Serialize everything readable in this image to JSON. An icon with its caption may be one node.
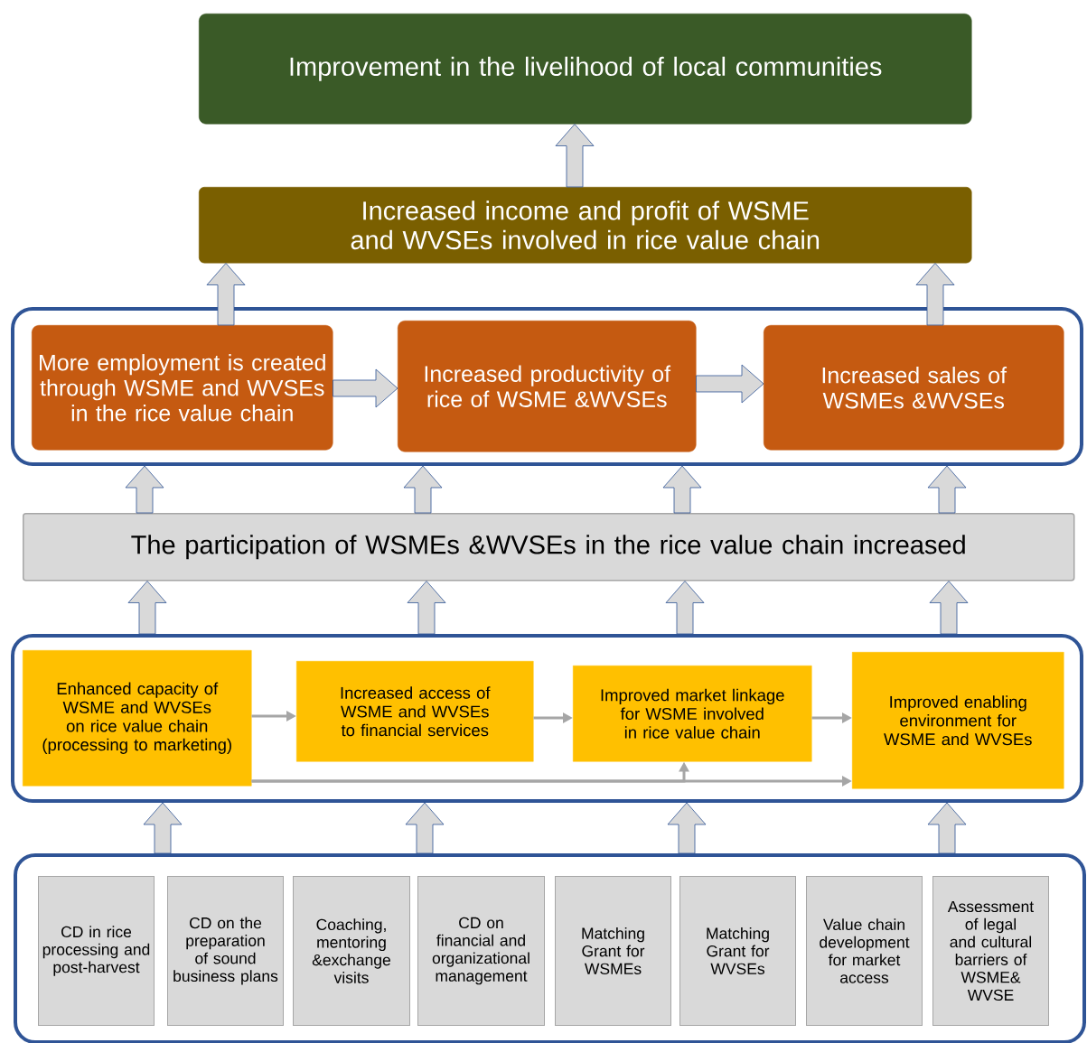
{
  "diagram": {
    "nodes": [
      {
        "text": [
          "Improvement in the livelihood of local communities"
        ]
      },
      {
        "text": [
          "Increased income and profit of WSME and WVSEs involved in rice value chain"
        ]
      },
      {
        "text": [],
        "shape": "box"
      },
      {
        "text": [
          "More employment is created through WSME and WVSEs in the rice value chain"
        ],
        "in": 2
      },
      {
        "text": [
          "Increased productivity of rice of WSME &WVSEs"
        ],
        "in": 2
      },
      {
        "text": [
          "Increased sales of WSMEs &WVSEs"
        ],
        "in": 2
      },
      {
        "text": [
          "The participation of WSMEs &WVSEs in the rice value chain increased"
        ]
      },
      {
        "text": [],
        "shape": "box"
      },
      {
        "text": [
          "Enhanced capacity of WSME and WVSEs on rice value chain (processing to marketing)"
        ],
        "in": 7
      },
      {
        "text": [
          "Increased access of WSME and WVSEs to financial services"
        ],
        "in": 7
      },
      {
        "text": [
          "Improved market linkage for WSME involved in rice value chain"
        ],
        "in": 7
      },
      {
        "text": [
          "Improved enabling environment for WSME and WVSEs"
        ],
        "in": 7
      },
      {
        "text": [],
        "shape": "box"
      },
      {
        "text": [
          "CD in rice processing and post-harvest"
        ],
        "in": 12
      },
      {
        "text": [
          "CD on the preparation of sound business plans"
        ],
        "in": 12
      },
      {
        "text": [
          "Coaching, mentoring &exchange visits"
        ],
        "in": 12
      },
      {
        "text": [
          "CD on financial and organizational management"
        ],
        "in": 12
      },
      {
        "text": [
          "Matching Grant for WSMEs"
        ],
        "in": 12
      },
      {
        "text": [
          "Matching Grant for WVSEs"
        ],
        "in": 12
      },
      {
        "text": [
          "Value chain development for market access"
        ],
        "in": 12
      },
      {
        "text": [
          "Assessment of legal and cultural barriers of WSME& WVSE"
        ],
        "in": 12
      }
    ],
    "edges": [
      {
        "from": 1,
        "to": 0,
        "arrow": "to",
        "style": "thick"
      },
      {
        "from": 3,
        "to": 1,
        "arrow": "to",
        "style": "thick"
      },
      {
        "from": 5,
        "to": 1,
        "arrow": "to",
        "style": "thick"
      },
      {
        "from": 3,
        "to": 4,
        "arrow": "to",
        "style": "thick"
      },
      {
        "from": 4,
        "to": 5,
        "arrow": "to",
        "style": "thick"
      },
      {
        "from": 6,
        "to": 2,
        "arrow": "to",
        "style": "thick"
      },
      {
        "from": 6,
        "to": 2,
        "arrow": "to",
        "style": "thick"
      },
      {
        "from": 6,
        "to": 2,
        "arrow": "to",
        "style": "thick"
      },
      {
        "from": 6,
        "to": 2,
        "arrow": "to",
        "style": "thick"
      },
      {
        "from": 7,
        "to": 6,
        "arrow": "to",
        "style": "thick"
      },
      {
        "from": 7,
        "to": 6,
        "arrow": "to",
        "style": "thick"
      },
      {
        "from": 7,
        "to": 6,
        "arrow": "to",
        "style": "thick"
      },
      {
        "from": 7,
        "to": 6,
        "arrow": "to",
        "style": "thick"
      },
      {
        "from": 8,
        "to": 9,
        "arrow": "to"
      },
      {
        "from": 9,
        "to": 10,
        "arrow": "to"
      },
      {
        "from": 10,
        "to": 11,
        "arrow": "to"
      },
      {
        "from": 8,
        "to": 11,
        "arrow": "to"
      },
      {
        "from": 8,
        "to": 10,
        "arrow": "to"
      },
      {
        "from": 12,
        "to": 7,
        "arrow": "to",
        "style": "thick"
      },
      {
        "from": 12,
        "to": 7,
        "arrow": "to",
        "style": "thick"
      },
      {
        "from": 12,
        "to": 7,
        "arrow": "to",
        "style": "thick"
      },
      {
        "from": 12,
        "to": 7,
        "arrow": "to",
        "style": "thick"
      }
    ]
  }
}
